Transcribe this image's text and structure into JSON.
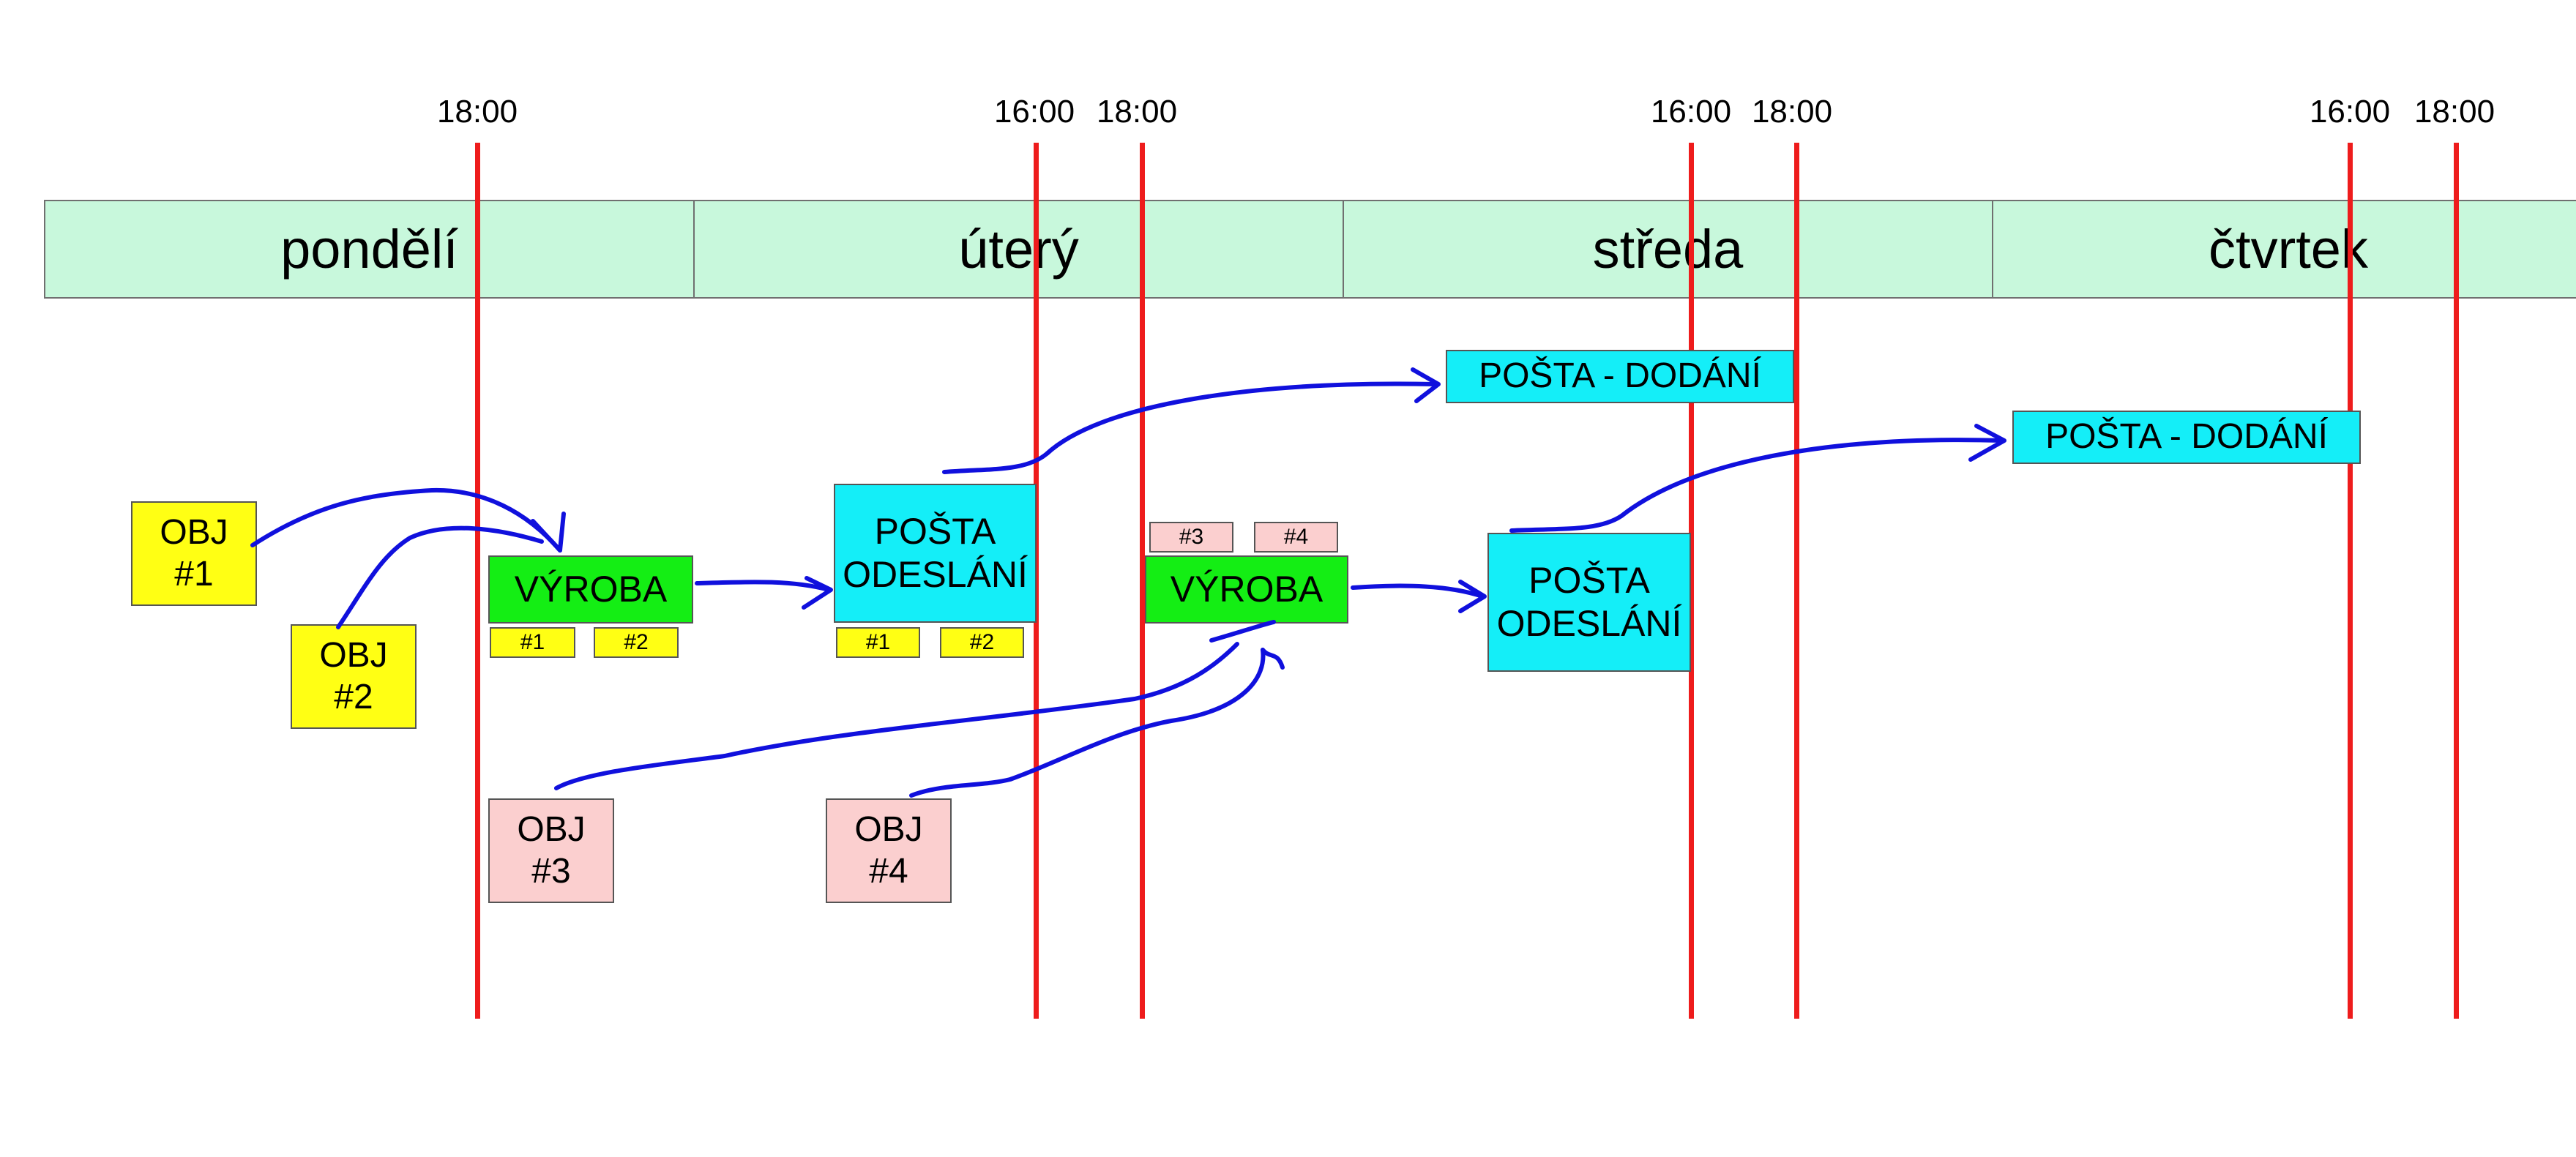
{
  "time_labels": {
    "t1": "18:00",
    "t2": "16:00",
    "t3": "18:00",
    "t4": "16:00",
    "t5": "18:00",
    "t6": "16:00",
    "t7": "18:00"
  },
  "days": {
    "d1": "pondělí",
    "d2": "úterý",
    "d3": "středa",
    "d4": "čtvrtek"
  },
  "orders": {
    "o1": {
      "line1": "OBJ",
      "line2": "#1"
    },
    "o2": {
      "line1": "OBJ",
      "line2": "#2"
    },
    "o3": {
      "line1": "OBJ",
      "line2": "#3"
    },
    "o4": {
      "line1": "OBJ",
      "line2": "#4"
    }
  },
  "production": {
    "v1": "VÝROBA",
    "v2": "VÝROBA"
  },
  "shipping": {
    "s1": {
      "line1": "POŠTA",
      "line2": "ODESLÁNÍ"
    },
    "s2": {
      "line1": "POŠTA",
      "line2": "ODESLÁNÍ"
    }
  },
  "delivery": {
    "dd1": "POŠTA - DODÁNÍ",
    "dd2": "POŠTA - DODÁNÍ"
  },
  "tags": {
    "a1": "#1",
    "a2": "#2",
    "b1": "#1",
    "b2": "#2",
    "c3": "#3",
    "c4": "#4"
  },
  "colors": {
    "timeline": "#ee1c1c",
    "day_band": "#c8f8dc",
    "order_first_batch": "#ffff14",
    "order_second_batch": "#fbcfcf",
    "production": "#14ee14",
    "post": "#14eef8",
    "arrow": "#1010dd"
  }
}
